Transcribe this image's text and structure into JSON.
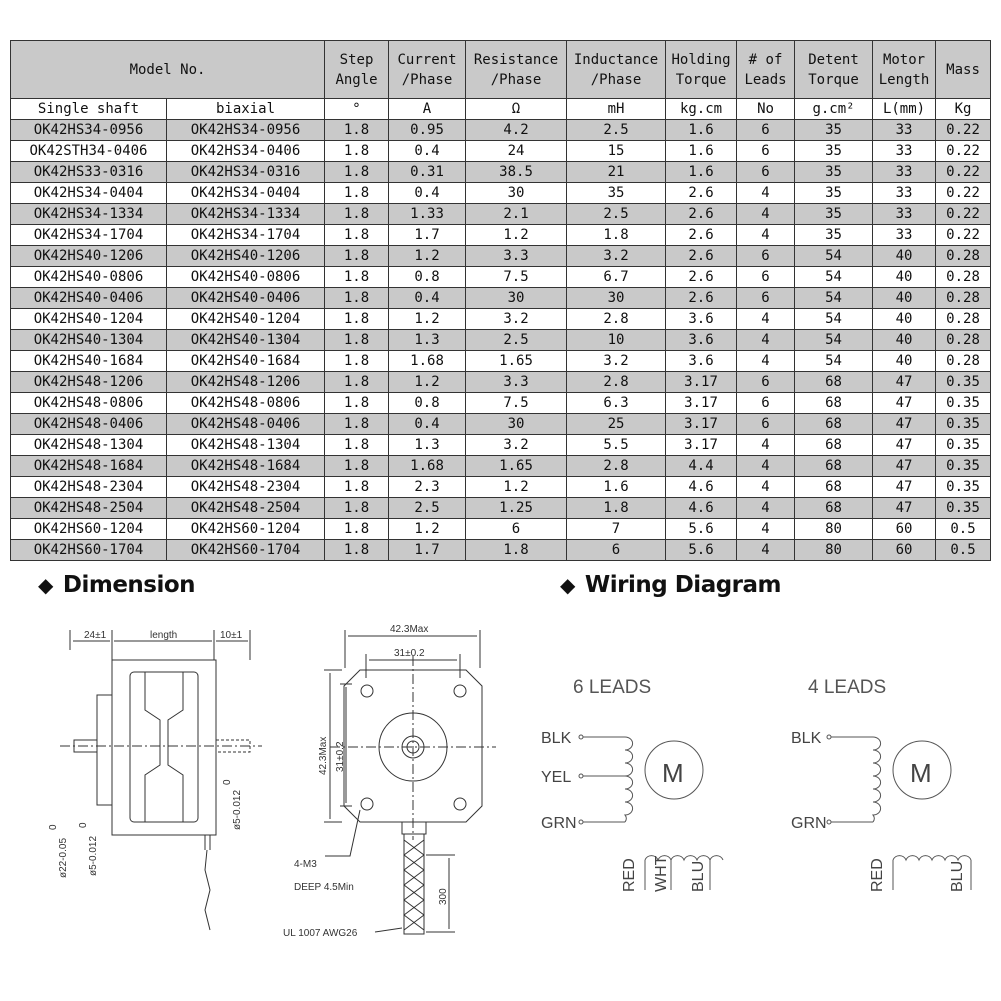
{
  "table": {
    "header": {
      "model_no": "Model No.",
      "step_angle": [
        "Step",
        "Angle"
      ],
      "current": [
        "Current",
        "/Phase"
      ],
      "resistance": [
        "Resistance",
        "/Phase"
      ],
      "inductance": [
        "Inductance",
        "/Phase"
      ],
      "holding": [
        "Holding",
        "Torque"
      ],
      "leads": [
        "# of",
        "Leads"
      ],
      "detent": [
        "Detent",
        "Torque"
      ],
      "motor_length": [
        "Motor",
        "Length"
      ],
      "mass": "Mass"
    },
    "units": [
      "Single shaft",
      "biaxial",
      "°",
      "A",
      "Ω",
      "mH",
      "kg.cm",
      "No",
      "g.cm²",
      "L(mm)",
      "Kg"
    ],
    "rows": [
      [
        "OK42HS34-0956",
        "OK42HS34-0956",
        "1.8",
        "0.95",
        "4.2",
        "2.5",
        "1.6",
        "6",
        "35",
        "33",
        "0.22"
      ],
      [
        "OK42STH34-0406",
        "OK42HS34-0406",
        "1.8",
        "0.4",
        "24",
        "15",
        "1.6",
        "6",
        "35",
        "33",
        "0.22"
      ],
      [
        "OK42HS33-0316",
        "OK42HS34-0316",
        "1.8",
        "0.31",
        "38.5",
        "21",
        "1.6",
        "6",
        "35",
        "33",
        "0.22"
      ],
      [
        "OK42HS34-0404",
        "OK42HS34-0404",
        "1.8",
        "0.4",
        "30",
        "35",
        "2.6",
        "4",
        "35",
        "33",
        "0.22"
      ],
      [
        "OK42HS34-1334",
        "OK42HS34-1334",
        "1.8",
        "1.33",
        "2.1",
        "2.5",
        "2.6",
        "4",
        "35",
        "33",
        "0.22"
      ],
      [
        "OK42HS34-1704",
        "OK42HS34-1704",
        "1.8",
        "1.7",
        "1.2",
        "1.8",
        "2.6",
        "4",
        "35",
        "33",
        "0.22"
      ],
      [
        "OK42HS40-1206",
        "OK42HS40-1206",
        "1.8",
        "1.2",
        "3.3",
        "3.2",
        "2.6",
        "6",
        "54",
        "40",
        "0.28"
      ],
      [
        "OK42HS40-0806",
        "OK42HS40-0806",
        "1.8",
        "0.8",
        "7.5",
        "6.7",
        "2.6",
        "6",
        "54",
        "40",
        "0.28"
      ],
      [
        "OK42HS40-0406",
        "OK42HS40-0406",
        "1.8",
        "0.4",
        "30",
        "30",
        "2.6",
        "6",
        "54",
        "40",
        "0.28"
      ],
      [
        "OK42HS40-1204",
        "OK42HS40-1204",
        "1.8",
        "1.2",
        "3.2",
        "2.8",
        "3.6",
        "4",
        "54",
        "40",
        "0.28"
      ],
      [
        "OK42HS40-1304",
        "OK42HS40-1304",
        "1.8",
        "1.3",
        "2.5",
        "10",
        "3.6",
        "4",
        "54",
        "40",
        "0.28"
      ],
      [
        "OK42HS40-1684",
        "OK42HS40-1684",
        "1.8",
        "1.68",
        "1.65",
        "3.2",
        "3.6",
        "4",
        "54",
        "40",
        "0.28"
      ],
      [
        "OK42HS48-1206",
        "OK42HS48-1206",
        "1.8",
        "1.2",
        "3.3",
        "2.8",
        "3.17",
        "6",
        "68",
        "47",
        "0.35"
      ],
      [
        "OK42HS48-0806",
        "OK42HS48-0806",
        "1.8",
        "0.8",
        "7.5",
        "6.3",
        "3.17",
        "6",
        "68",
        "47",
        "0.35"
      ],
      [
        "OK42HS48-0406",
        "OK42HS48-0406",
        "1.8",
        "0.4",
        "30",
        "25",
        "3.17",
        "6",
        "68",
        "47",
        "0.35"
      ],
      [
        "OK42HS48-1304",
        "OK42HS48-1304",
        "1.8",
        "1.3",
        "3.2",
        "5.5",
        "3.17",
        "4",
        "68",
        "47",
        "0.35"
      ],
      [
        "OK42HS48-1684",
        "OK42HS48-1684",
        "1.8",
        "1.68",
        "1.65",
        "2.8",
        "4.4",
        "4",
        "68",
        "47",
        "0.35"
      ],
      [
        "OK42HS48-2304",
        "OK42HS48-2304",
        "1.8",
        "2.3",
        "1.2",
        "1.6",
        "4.6",
        "4",
        "68",
        "47",
        "0.35"
      ],
      [
        "OK42HS48-2504",
        "OK42HS48-2504",
        "1.8",
        "2.5",
        "1.25",
        "1.8",
        "4.6",
        "4",
        "68",
        "47",
        "0.35"
      ],
      [
        "OK42HS60-1204",
        "OK42HS60-1204",
        "1.8",
        "1.2",
        "6",
        "7",
        "5.6",
        "4",
        "80",
        "60",
        "0.5"
      ],
      [
        "OK42HS60-1704",
        "OK42HS60-1704",
        "1.8",
        "1.7",
        "1.8",
        "6",
        "5.6",
        "4",
        "80",
        "60",
        "0.5"
      ]
    ]
  },
  "sections": {
    "dimension": "Dimension",
    "wiring": "Wiring Diagram",
    "bullet_icon": "diamond-icon"
  },
  "dimension": {
    "shaft_len": "24±1",
    "length": "length",
    "rear_len": "10±1",
    "body_width": "42.3Max",
    "hole_spacing": "31±0.2",
    "body_height": "42.3Max",
    "hole_spacing_v": "31±0.2",
    "boss_dia": "ø22-0.05",
    "boss_tol": "0",
    "shaft_dia": "ø5-0.012",
    "shaft_tol": "0",
    "rear_shaft_dia": "ø5-0.012",
    "rear_shaft_tol": "0",
    "screw": "4-M3",
    "depth": "DEEP 4.5Min",
    "lead_len": "300",
    "cable": "UL 1007 AWG26"
  },
  "wiring": {
    "six": {
      "title": "6 LEADS",
      "left": [
        "BLK",
        "YEL",
        "GRN"
      ],
      "bottom": [
        "RED",
        "WHT",
        "BLU"
      ],
      "motor": "M"
    },
    "four": {
      "title": "4 LEADS",
      "left": [
        "BLK",
        "GRN"
      ],
      "bottom": [
        "RED",
        "BLU"
      ],
      "motor": "M"
    }
  }
}
